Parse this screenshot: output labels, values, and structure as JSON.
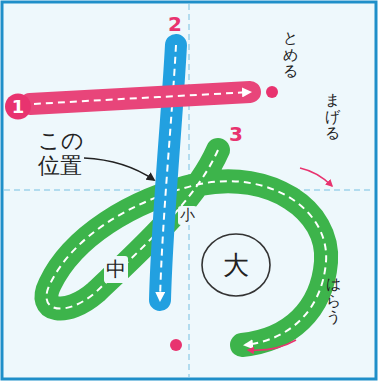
{
  "diagram": {
    "nodes": [
      {
        "text": [
          "1"
        ]
      },
      {
        "text": [
          "大"
        ]
      }
    ],
    "labels": [
      "2",
      "とめる",
      "3",
      "まげる",
      "この位置",
      "小",
      "中",
      "はらう"
    ]
  }
}
